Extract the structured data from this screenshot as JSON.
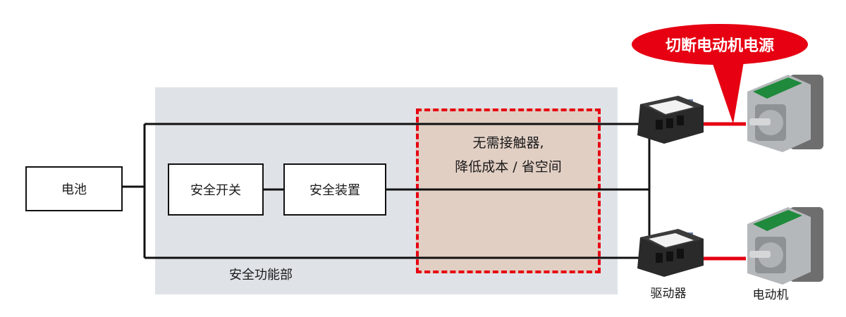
{
  "battery": "电池",
  "safety_switch": "安全开关",
  "safety_device": "安全装置",
  "safety_function_unit": "安全功能部",
  "highlight": {
    "line1": "无需接触器,",
    "line2": "降低成本 / 省空间"
  },
  "callout": "切断电动机电源",
  "driver_label": "驱动器",
  "motor_label": "电动机",
  "colors": {
    "accent_red": "#e60012",
    "safety_area_gray": "#dfe3e7",
    "highlight_fill": "#e2cfc4",
    "motor_green": "#1f8a3b"
  }
}
